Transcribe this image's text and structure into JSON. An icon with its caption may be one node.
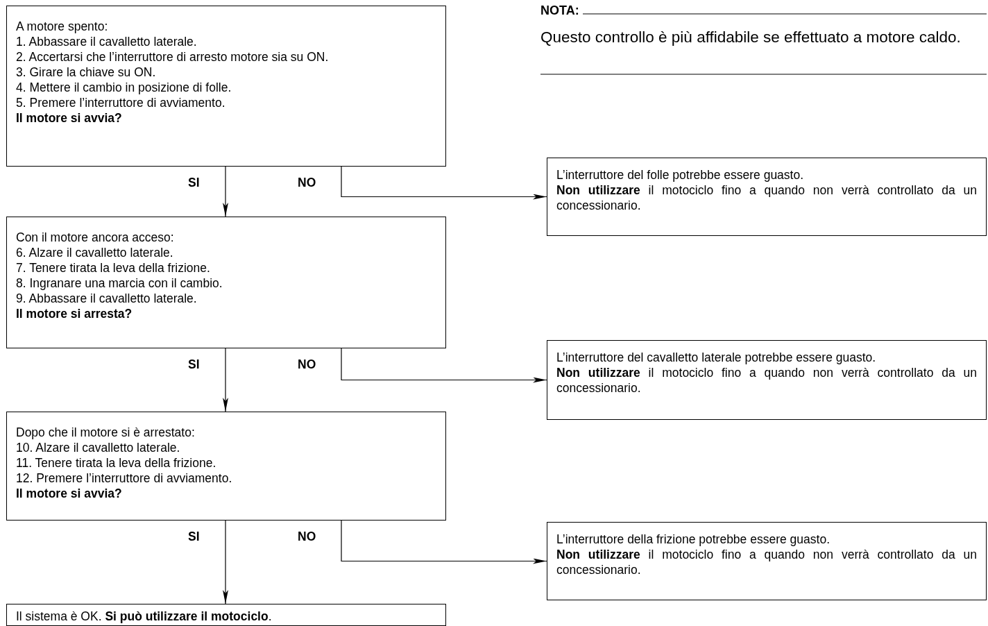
{
  "diagram": {
    "nodes": [
      {
        "text": [
          "A motore spento:",
          "1. Abbassare il cavalletto laterale.",
          "2. Accertarsi che l’interruttore di arresto motore sia su ON.",
          "3. Girare la chiave su ON.",
          "4. Mettere il cambio in posizione di folle.",
          "5. Premere l’interruttore di avviamento.",
          "Il motore si avvia?"
        ]
      },
      {
        "text": [
          "L’interruttore del folle potrebbe essere guasto.",
          "**Non utilizzare** il motociclo fino a quando non verrà controllato da un concessionario."
        ]
      },
      {
        "text": [
          "Con il motore ancora acceso:",
          "6. Alzare il cavalletto laterale.",
          "7. Tenere tirata la leva della frizione.",
          "8. Ingranare una marcia con il cambio.",
          "9. Abbassare il cavalletto laterale.",
          "Il motore si arresta?"
        ]
      },
      {
        "text": [
          "L’interruttore del cavalletto laterale potrebbe essere guasto.",
          "**Non utilizzare** il motociclo fino a quando non verrà controllato da un concessionario."
        ]
      },
      {
        "text": [
          "Dopo che il motore si è arrestato:",
          "10. Alzare il cavalletto laterale.",
          "11. Tenere tirata la leva della frizione.",
          "12. Premere l’interruttore di avviamento.",
          "Il motore si avvia?"
        ]
      },
      {
        "text": [
          "L’interruttore della frizione potrebbe essere guasto.",
          "**Non utilizzare** il motociclo fino a quando non verrà controllato da un concessionario."
        ]
      },
      {
        "text": [
          "Il sistema è OK. **Si può utilizzare il motociclo**."
        ]
      }
    ],
    "edges": [
      {
        "from": 0,
        "to": 2,
        "arrow": "to",
        "label": "SI"
      },
      {
        "from": 0,
        "to": 1,
        "arrow": "to",
        "label": "NO"
      },
      {
        "from": 2,
        "to": 4,
        "arrow": "to",
        "label": "SI"
      },
      {
        "from": 2,
        "to": 3,
        "arrow": "to",
        "label": "NO"
      },
      {
        "from": 4,
        "to": 6,
        "arrow": "to",
        "label": "SI"
      },
      {
        "from": 4,
        "to": 5,
        "arrow": "to",
        "label": "NO"
      }
    ],
    "labels": [
      "NOTA:",
      "Questo controllo è più affidabile se effettuato a motore caldo."
    ]
  }
}
